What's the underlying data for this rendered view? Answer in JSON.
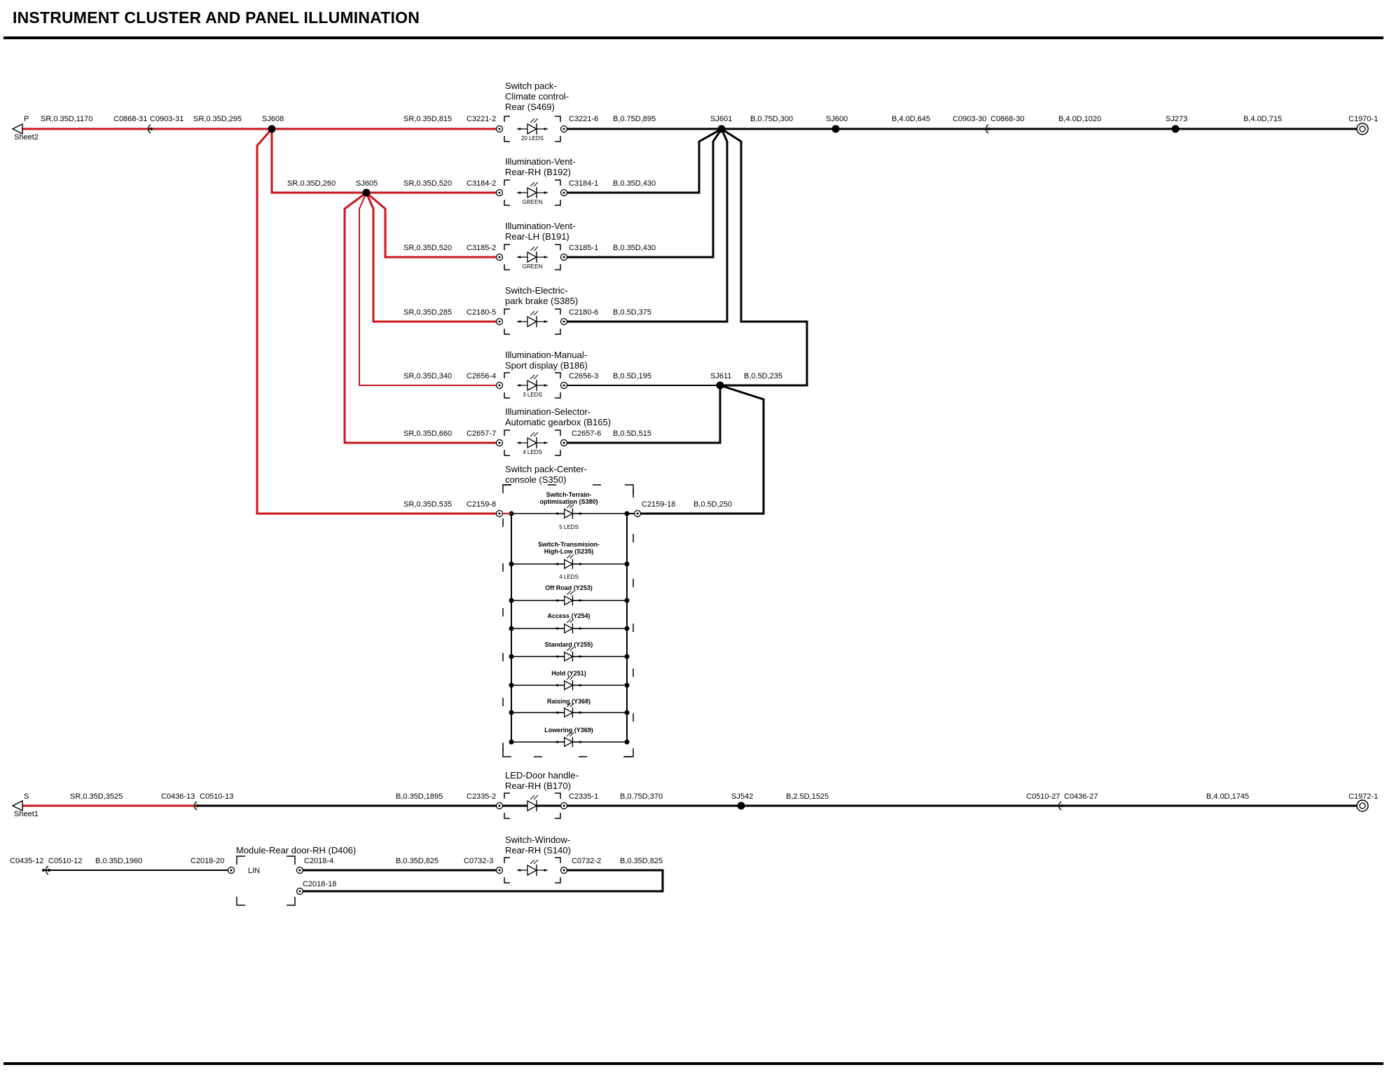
{
  "title": "INSTRUMENT CLUSTER AND PANEL ILLUMINATION",
  "colors": {
    "feed": "#c8161e",
    "ground": "#000000"
  },
  "components": {
    "s469": [
      "Switch pack-",
      "Climate control-",
      "Rear (S469)"
    ],
    "b192": [
      "Illumination-Vent-",
      "Rear-RH (B192)"
    ],
    "b191": [
      "Illumination-Vent-",
      "Rear-LH (B191)"
    ],
    "s385": [
      "Switch-Electric-",
      "park brake (S385)"
    ],
    "b186": [
      "Illumination-Manual-",
      "Sport display (B186)"
    ],
    "b165": [
      "Illumination-Selector-",
      "Automatic gearbox (B165)"
    ],
    "s350": [
      "Switch pack-Center-",
      "console (S350)"
    ],
    "b170": [
      "LED-Door handle-",
      "Rear-RH (B170)"
    ],
    "s140": [
      "Switch-Window-",
      "Rear-RH (S140)"
    ],
    "d406": "Module-Rear door-RH (D406)"
  },
  "sub_switches": {
    "s380": [
      "Switch-Terrain-",
      "optimisation (S380)"
    ],
    "s235": [
      "Switch-Transmision-",
      "High-Low (S235)"
    ],
    "y253": "Off Road (Y253)",
    "y254": "Access (Y254)",
    "y255": "Standard (Y255)",
    "y251": "Hold (Y251)",
    "y368": "Raising (Y368)",
    "y369": "Lowering (Y369)"
  },
  "led_notes": {
    "s469": "20 LEDS",
    "b192": "GREEN",
    "b191": "GREEN",
    "b186": "3 LEDS",
    "b165": "4 LEDS",
    "s380": "5 LEDS",
    "s235": "4 LEDS"
  },
  "lin": "LIN",
  "refs": {
    "p": "P",
    "sheet2": "Sheet2",
    "s": "S",
    "sheet1": "Sheet1"
  },
  "splices": {
    "sj608": "SJ608",
    "sj605": "SJ605",
    "sj601": "SJ601",
    "sj600": "SJ600",
    "sj273": "SJ273",
    "sj611": "SJ611",
    "sj542": "SJ542"
  },
  "wires": {
    "w1": "SR,0.35D,1170",
    "w2": "SR,0.35D,295",
    "w3": "SR,0.35D,815",
    "w4": "B,0.75D,895",
    "w5": "B,0.75D,300",
    "w6": "B,4.0D,645",
    "w7": "B,4.0D,1020",
    "w8": "B,4.0D,715",
    "w9": "SR,0.35D,260",
    "w10": "SR,0.35D,520",
    "w11": "B,0.35D,430",
    "w12": "SR,0.35D,520",
    "w13": "B,0.35D,430",
    "w14": "SR,0.35D,285",
    "w15": "B,0.5D,375",
    "w16": "SR,0.35D,340",
    "w17": "B,0.5D,195",
    "w18": "B,0.5D,235",
    "w19": "SR,0.35D,660",
    "w20": "B,0.5D,515",
    "w21": "SR,0.35D,535",
    "w22": "B,0.5D,250",
    "w23": "SR,0.35D,3525",
    "w24": "B,0.35D,1895",
    "w25": "B,0.75D,370",
    "w26": "B,2.5D,1525",
    "w27": "B,4.0D,1745",
    "w28": "B,0.35D,1960",
    "w29": "B,0.35D,825",
    "w30": "B,0.35D,825"
  },
  "connectors": {
    "c0868_31": "C0868-31",
    "c0903_31": "C0903-31",
    "c3221_2": "C3221-2",
    "c3221_6": "C3221-6",
    "c0903_30": "C0903-30",
    "c0868_30": "C0868-30",
    "c1970_1": "C1970-1",
    "c3184_2": "C3184-2",
    "c3184_1": "C3184-1",
    "c3185_2": "C3185-2",
    "c3185_1": "C3185-1",
    "c2180_5": "C2180-5",
    "c2180_6": "C2180-6",
    "c2656_4": "C2656-4",
    "c2656_3": "C2656-3",
    "c2657_7": "C2657-7",
    "c2657_6": "C2657-6",
    "c2159_8": "C2159-8",
    "c2159_18": "C2159-18",
    "c0436_13": "C0436-13",
    "c0510_13": "C0510-13",
    "c2335_2": "C2335-2",
    "c2335_1": "C2335-1",
    "c0510_27": "C0510-27",
    "c0436_27": "C0436-27",
    "c1972_1": "C1972-1",
    "c0435_12": "C0435-12",
    "c0510_12": "C0510-12",
    "c2018_20": "C2018-20",
    "c2018_4": "C2018-4",
    "c2018_18": "C2018-18",
    "c0732_3": "C0732-3",
    "c0732_2": "C0732-2"
  }
}
